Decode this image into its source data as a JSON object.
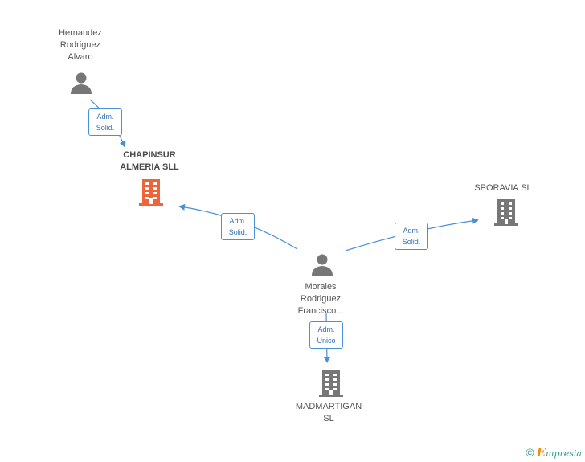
{
  "colors": {
    "edge": "#4a90d9",
    "person_icon": "#777777",
    "company_icon": "#777777",
    "main_company_icon": "#f0643c"
  },
  "nodes": {
    "hernandez": {
      "label": "Hernandez\nRodriguez\nAlvaro",
      "icon": "person-icon"
    },
    "chapinsur": {
      "label": "CHAPINSUR\nALMERIA SLL",
      "icon": "building-icon"
    },
    "sporavia": {
      "label": "SPORAVIA SL",
      "icon": "building-icon"
    },
    "morales": {
      "label": "Morales\nRodriguez\nFrancisco...",
      "icon": "person-icon"
    },
    "madmartigan": {
      "label": "MADMARTIGAN\nSL",
      "icon": "building-icon"
    }
  },
  "edges": {
    "hernandez_chapinsur": "Adm.\nSolid.",
    "morales_chapinsur": "Adm.\nSolid.",
    "morales_sporavia": "Adm.\nSolid.",
    "morales_madmartigan": "Adm.\nUnico"
  },
  "footer": {
    "copyright": "©",
    "brand_initial": "E",
    "brand_rest": "mpresia"
  }
}
